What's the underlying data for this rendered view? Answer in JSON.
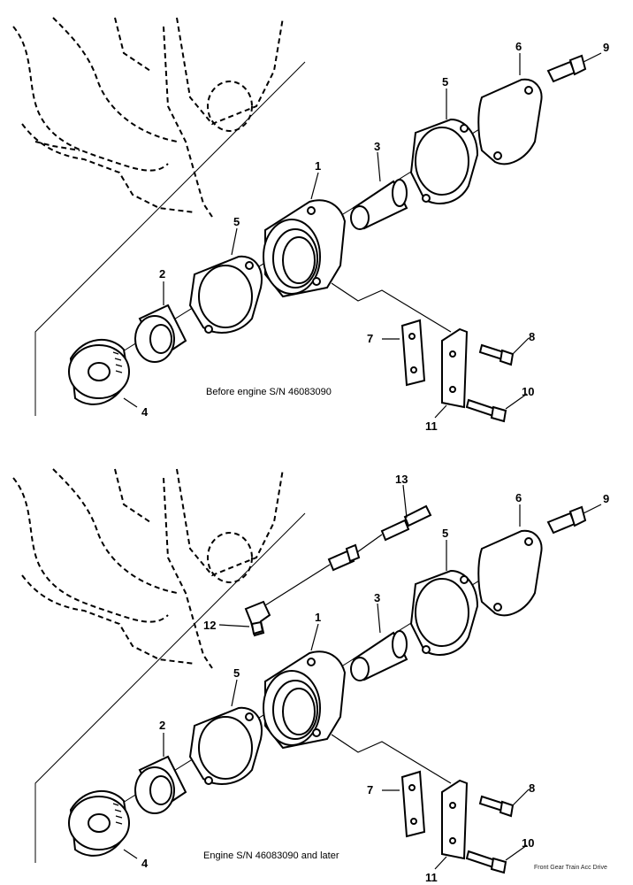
{
  "views": [
    {
      "caption": "Before engine S/N 46083090",
      "callouts": [
        "1",
        "2",
        "3",
        "4",
        "5",
        "5",
        "6",
        "7",
        "8",
        "9",
        "10",
        "11"
      ]
    },
    {
      "caption": "Engine S/N 46083090 and later",
      "callouts": [
        "1",
        "2",
        "3",
        "4",
        "5",
        "5",
        "6",
        "7",
        "8",
        "9",
        "10",
        "11",
        "12",
        "13"
      ]
    }
  ],
  "footer": "Front Gear Train Acc Drive"
}
